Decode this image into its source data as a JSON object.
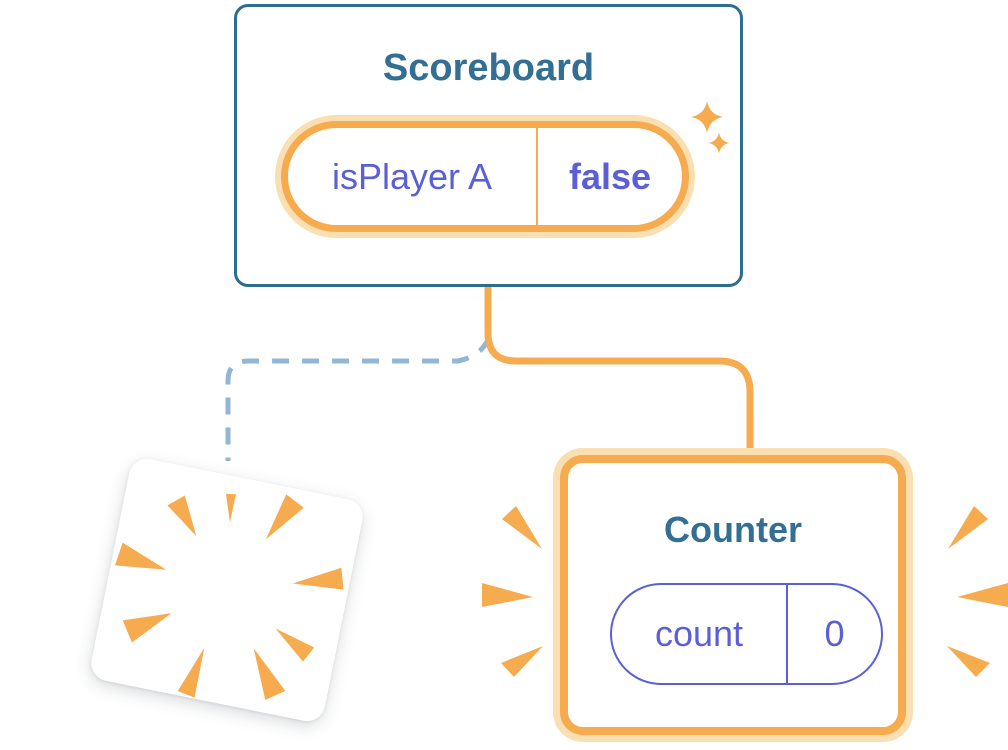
{
  "illustration": {
    "scoreboard": {
      "title": "Scoreboard",
      "state_key": "isPlayer A",
      "state_value": "false"
    },
    "counter": {
      "title": "Counter",
      "state_key": "count",
      "state_value": "0"
    },
    "icons": {
      "sparkles": "sparkles-icon",
      "poof_burst": "poof-burst-icon",
      "emphasis_rays": "emphasis-rays-icon"
    },
    "colors": {
      "card_border_blue": "#2E6D92",
      "title_text_blue": "#336E93",
      "connector_orange": "#F5AB4E",
      "orange_glow": "#FADFB2",
      "state_text_purple": "#5B5FD6",
      "dashed_line_blue": "#92B6D5",
      "card_background": "#FFFFFF"
    }
  }
}
